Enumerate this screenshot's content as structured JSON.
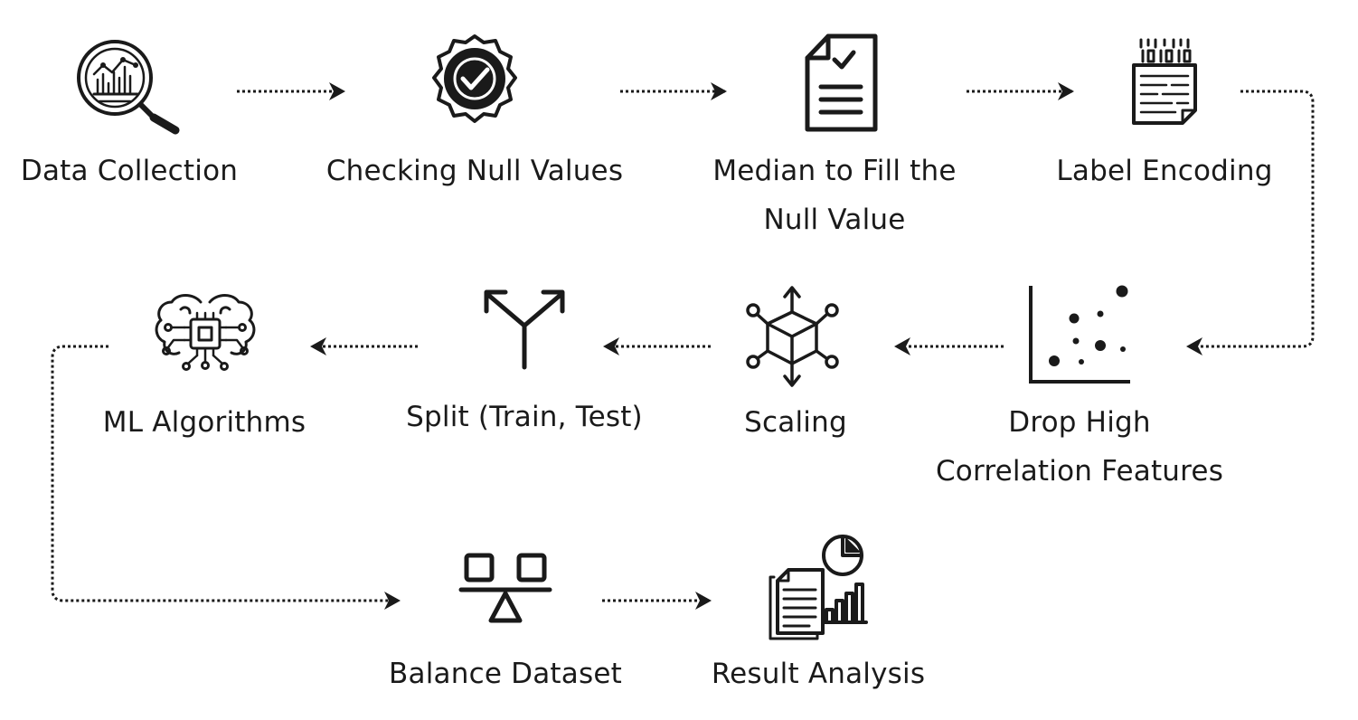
{
  "steps": [
    {
      "id": "data-collection",
      "label_lines": [
        "Data Collection"
      ],
      "icon": "magnifier-chart-icon"
    },
    {
      "id": "checking-null",
      "label_lines": [
        "Checking Null Values"
      ],
      "icon": "verified-badge-icon"
    },
    {
      "id": "median-fill",
      "label_lines": [
        "Median to Fill the",
        "Null Value"
      ],
      "icon": "document-check-icon"
    },
    {
      "id": "label-encoding",
      "label_lines": [
        "Label Encoding"
      ],
      "icon": "binary-document-icon"
    },
    {
      "id": "drop-correlation",
      "label_lines": [
        "Drop High",
        "Correlation Features"
      ],
      "icon": "scatter-plot-icon"
    },
    {
      "id": "scaling",
      "label_lines": [
        "Scaling"
      ],
      "icon": "cube-arrows-icon"
    },
    {
      "id": "split",
      "label_lines": [
        "Split (Train, Test)"
      ],
      "icon": "split-arrows-icon"
    },
    {
      "id": "ml-algorithms",
      "label_lines": [
        "ML Algorithms"
      ],
      "icon": "brain-chip-icon"
    },
    {
      "id": "balance-dataset",
      "label_lines": [
        "Balance Dataset"
      ],
      "icon": "balance-scale-icon"
    },
    {
      "id": "result-analysis",
      "label_lines": [
        "Result Analysis"
      ],
      "icon": "report-chart-icon"
    }
  ],
  "connectors": [
    {
      "from": "data-collection",
      "to": "checking-null",
      "style": "dotted-arrow"
    },
    {
      "from": "checking-null",
      "to": "median-fill",
      "style": "dotted-arrow"
    },
    {
      "from": "median-fill",
      "to": "label-encoding",
      "style": "dotted-arrow"
    },
    {
      "from": "label-encoding",
      "to": "drop-correlation",
      "style": "dotted-arrow"
    },
    {
      "from": "drop-correlation",
      "to": "scaling",
      "style": "dotted-arrow"
    },
    {
      "from": "scaling",
      "to": "split",
      "style": "dotted-arrow"
    },
    {
      "from": "split",
      "to": "ml-algorithms",
      "style": "dotted-arrow"
    },
    {
      "from": "ml-algorithms",
      "to": "balance-dataset",
      "style": "dotted-arrow"
    },
    {
      "from": "balance-dataset",
      "to": "result-analysis",
      "style": "dotted-arrow"
    }
  ],
  "colors": {
    "ink": "#1a1a1a",
    "background": "#ffffff"
  }
}
